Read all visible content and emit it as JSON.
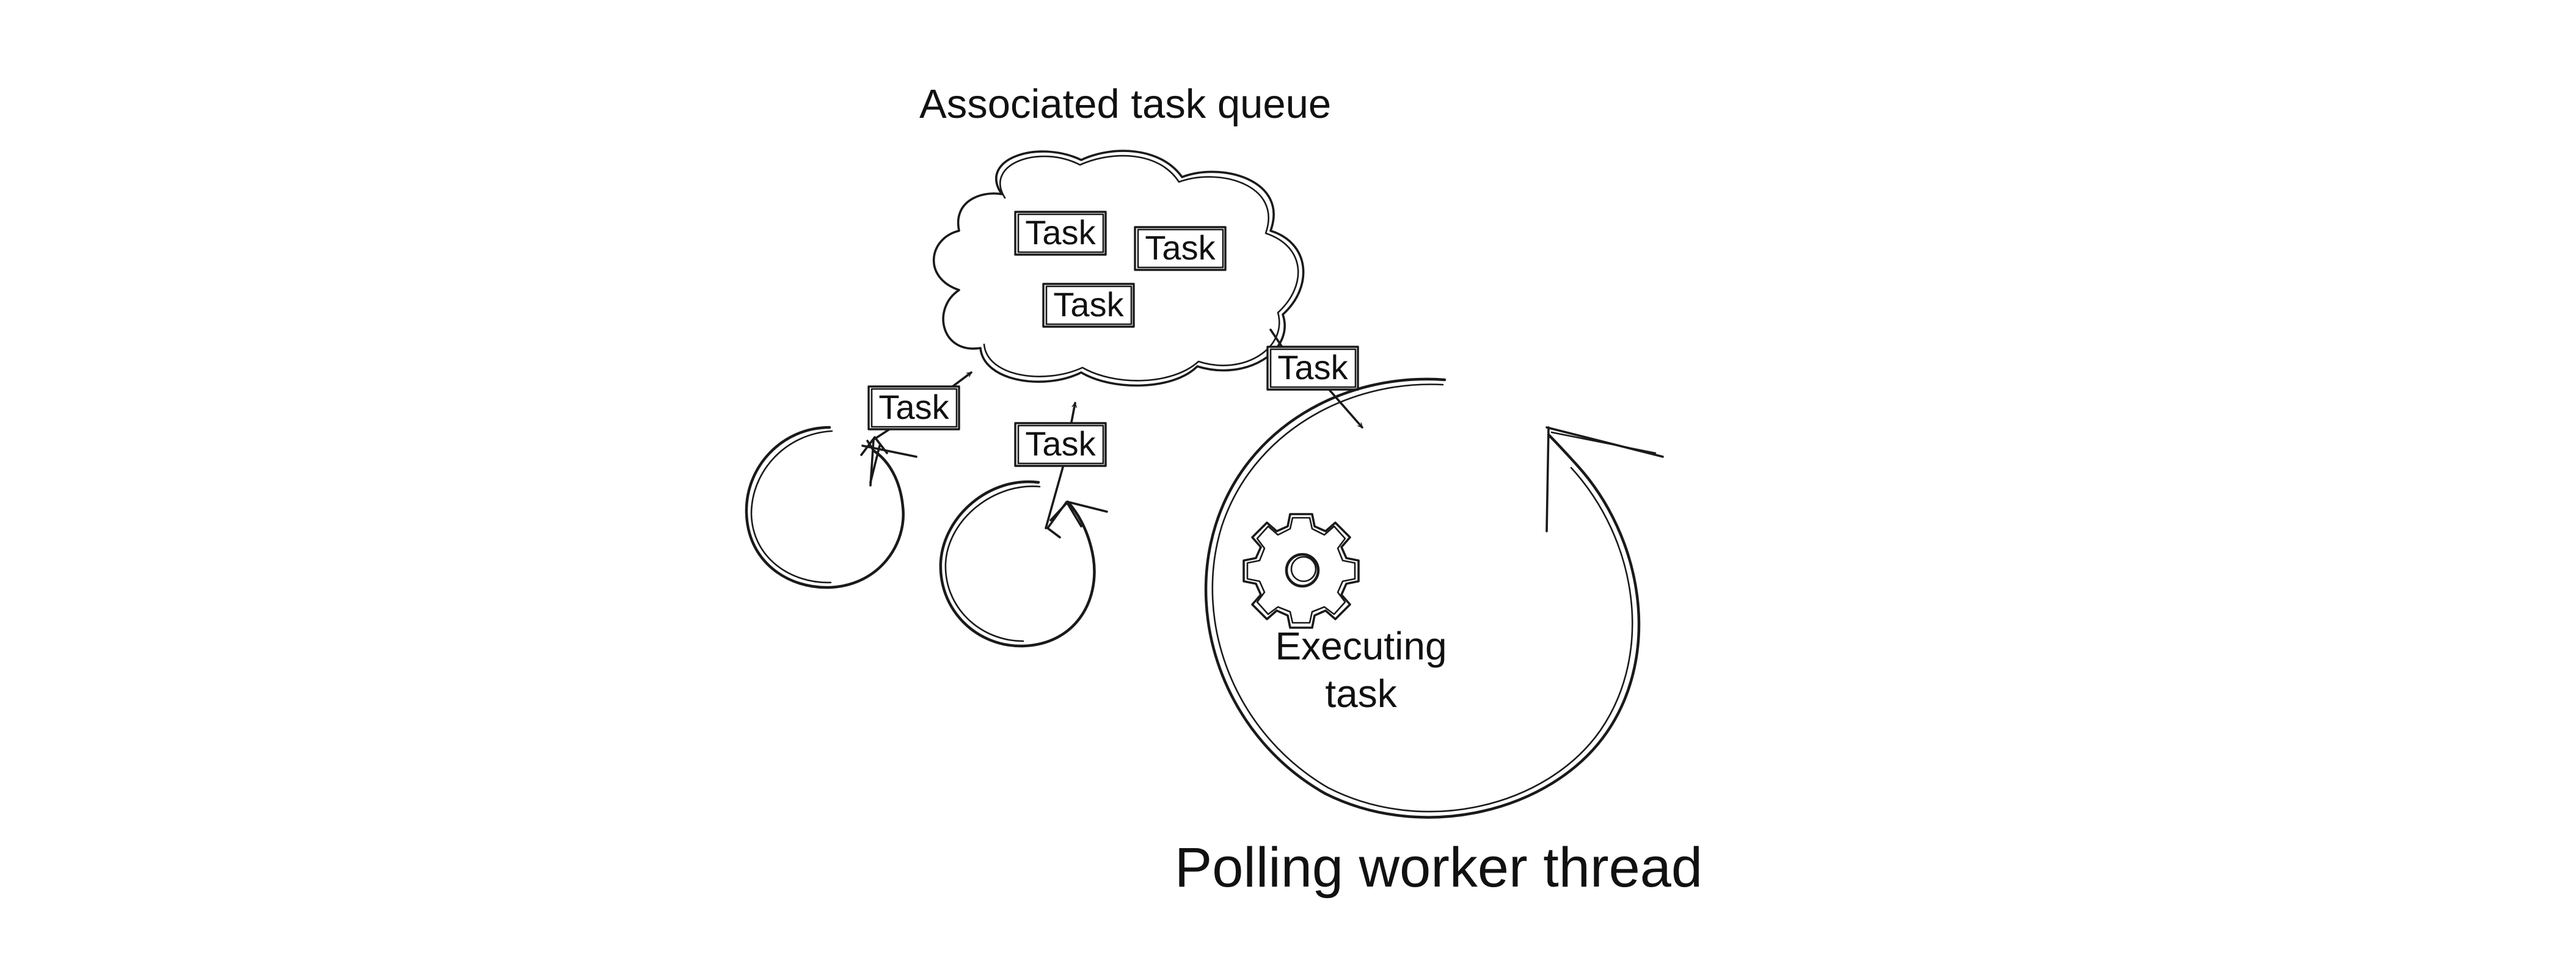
{
  "diagram": {
    "queue_label": "Associated task queue",
    "queue_tasks": [
      "Task",
      "Task",
      "Task"
    ],
    "task_labels": {
      "producer_left": "Task",
      "producer_middle": "Task",
      "dequeued": "Task"
    },
    "executing_label_line1": "Executing",
    "executing_label_line2": "task",
    "thread_label": "Polling worker thread"
  },
  "colors": {
    "ink": "#1a1a1a",
    "background": "#ffffff"
  },
  "icons": [
    "cloud",
    "gear-icon",
    "loop-arrow"
  ]
}
